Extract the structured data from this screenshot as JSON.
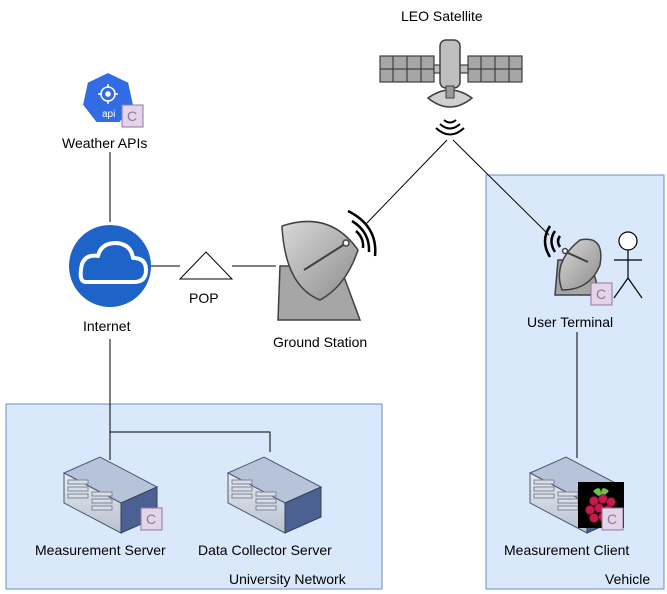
{
  "nodes": {
    "satellite": "LEO Satellite",
    "weather_apis": "Weather APIs",
    "internet": "Internet",
    "pop": "POP",
    "ground_station": "Ground Station",
    "user_terminal": "User Terminal",
    "measurement_server": "Measurement Server",
    "data_collector": "Data Collector Server",
    "measurement_client": "Measurement Client"
  },
  "groups": {
    "university": "University Network",
    "vehicle": "Vehicle"
  },
  "badges": {
    "container": "C",
    "api": "api"
  },
  "colors": {
    "group_fill": "#dae8fc",
    "group_stroke": "#6c8ebf",
    "internet_blue": "#1e64c8",
    "kubernetes_blue": "#326ce5",
    "badge_fill": "#e1d5e7",
    "badge_stroke": "#9673a6",
    "server_top": "#b7c3d8",
    "server_side": "#4a6191"
  }
}
